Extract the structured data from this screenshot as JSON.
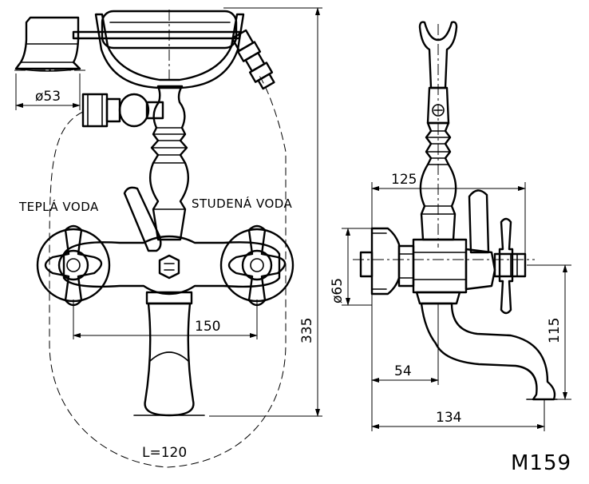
{
  "labels": {
    "hot_water": "TEPLÁ VODA",
    "cold_water": "STUDENÁ VODA",
    "model": "M159",
    "length": "L=120"
  },
  "dimensions": {
    "hand_shower_diameter": "ø53",
    "flange_diameter": "ø65",
    "handle_spacing": "150",
    "total_height": "335",
    "side_depth": "125",
    "wall_to_spout": "54",
    "spout_height": "115",
    "spout_reach": "134"
  }
}
